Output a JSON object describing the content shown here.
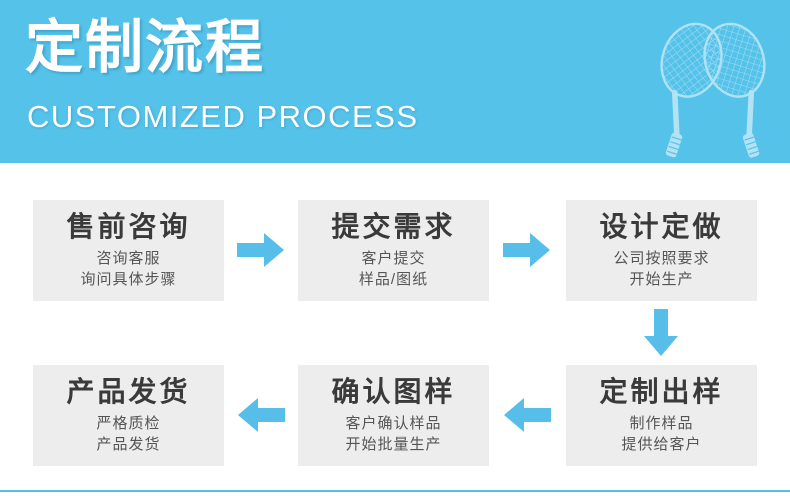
{
  "banner": {
    "title": "定制流程",
    "subtitle": "CUSTOMIZED PROCESS",
    "background_color": "#55C2EA",
    "text_color": "#FFFFFF",
    "decoration_icon": "crossed-badminton-rackets"
  },
  "theme": {
    "accent_color": "#56BEE8",
    "box_background": "#EDEDED",
    "box_title_color": "#3A3A3A",
    "box_subtitle_color": "#555555",
    "page_background": "#FFFFFF"
  },
  "flow": {
    "steps": [
      {
        "id": "step-1",
        "title": "售前咨询",
        "sub_lines": [
          "咨询客服",
          "询问具体步骤"
        ]
      },
      {
        "id": "step-2",
        "title": "提交需求",
        "sub_lines": [
          "客户提交",
          "样品/图纸"
        ]
      },
      {
        "id": "step-3",
        "title": "设计定做",
        "sub_lines": [
          "公司按照要求",
          "开始生产"
        ]
      },
      {
        "id": "step-4",
        "title": "定制出样",
        "sub_lines": [
          "制作样品",
          "提供给客户"
        ]
      },
      {
        "id": "step-5",
        "title": "确认图样",
        "sub_lines": [
          "客户确认样品",
          "开始批量生产"
        ]
      },
      {
        "id": "step-6",
        "title": "产品发货",
        "sub_lines": [
          "严格质检",
          "产品发货"
        ]
      }
    ],
    "connectors": [
      {
        "id": "connector-1",
        "direction": "right",
        "from": "step-1",
        "to": "step-2"
      },
      {
        "id": "connector-2",
        "direction": "right",
        "from": "step-2",
        "to": "step-3"
      },
      {
        "id": "connector-3",
        "direction": "down",
        "from": "step-3",
        "to": "step-4"
      },
      {
        "id": "connector-4",
        "direction": "left",
        "from": "step-4",
        "to": "step-5"
      },
      {
        "id": "connector-5",
        "direction": "left",
        "from": "step-5",
        "to": "step-6"
      }
    ]
  }
}
